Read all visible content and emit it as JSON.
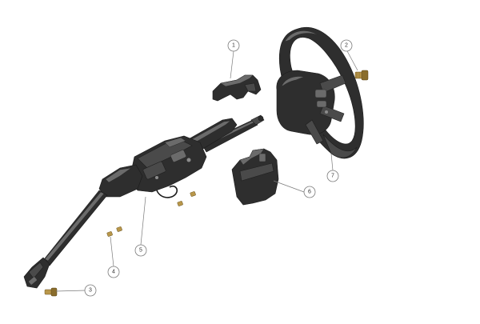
{
  "diagram": {
    "callouts": [
      {
        "id": "c1",
        "label": "1"
      },
      {
        "id": "c2",
        "label": "2"
      },
      {
        "id": "c3",
        "label": "3"
      },
      {
        "id": "c4",
        "label": "4"
      },
      {
        "id": "c5",
        "label": "5"
      },
      {
        "id": "c6",
        "label": "6"
      },
      {
        "id": "c7",
        "label": "7"
      }
    ],
    "colors": {
      "part": "#2e2e2e",
      "bolt": "#b9974a",
      "leader": "#7a7a7a",
      "background": "#ffffff"
    }
  }
}
